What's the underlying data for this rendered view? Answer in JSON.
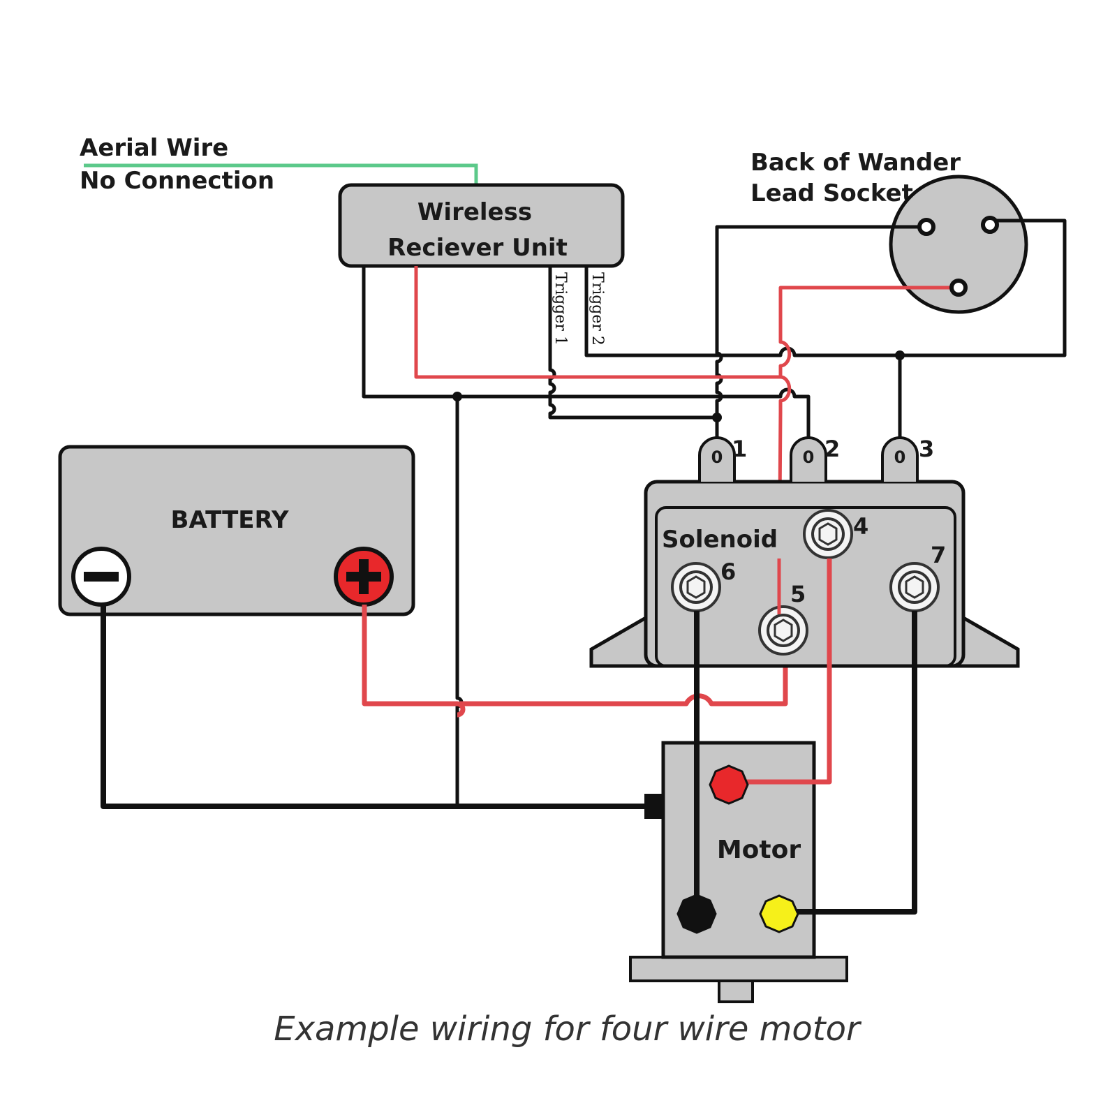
{
  "labels": {
    "aerial_line1": "Aerial Wire",
    "aerial_line2": "No Connection",
    "receiver_line1": "Wireless",
    "receiver_line2": "Reciever Unit",
    "trigger1": "Trigger 1",
    "trigger2": "Trigger 2",
    "socket_line1": "Back of Wander",
    "socket_line2": "Lead Socket",
    "battery": "BATTERY",
    "solenoid": "Solenoid",
    "motor": "Motor",
    "caption": "Example wiring for four wire motor"
  },
  "solenoid_terminals": {
    "t1": "1",
    "t2": "2",
    "t3": "3",
    "t4": "4",
    "t5": "5",
    "t6": "6",
    "t7": "7",
    "tab_mark": "0"
  },
  "colors": {
    "aerial_wire": "#5cc98a",
    "positive_wire": "#e0474c",
    "ground_wire": "#111111",
    "battery_positive_terminal": "#e8282b",
    "battery_negative_terminal": "#ffffff",
    "motor_red_terminal": "#e8282b",
    "motor_yellow_terminal": "#f6f01a",
    "motor_black_terminal": "#111111",
    "component_fill": "#c7c7c7"
  }
}
